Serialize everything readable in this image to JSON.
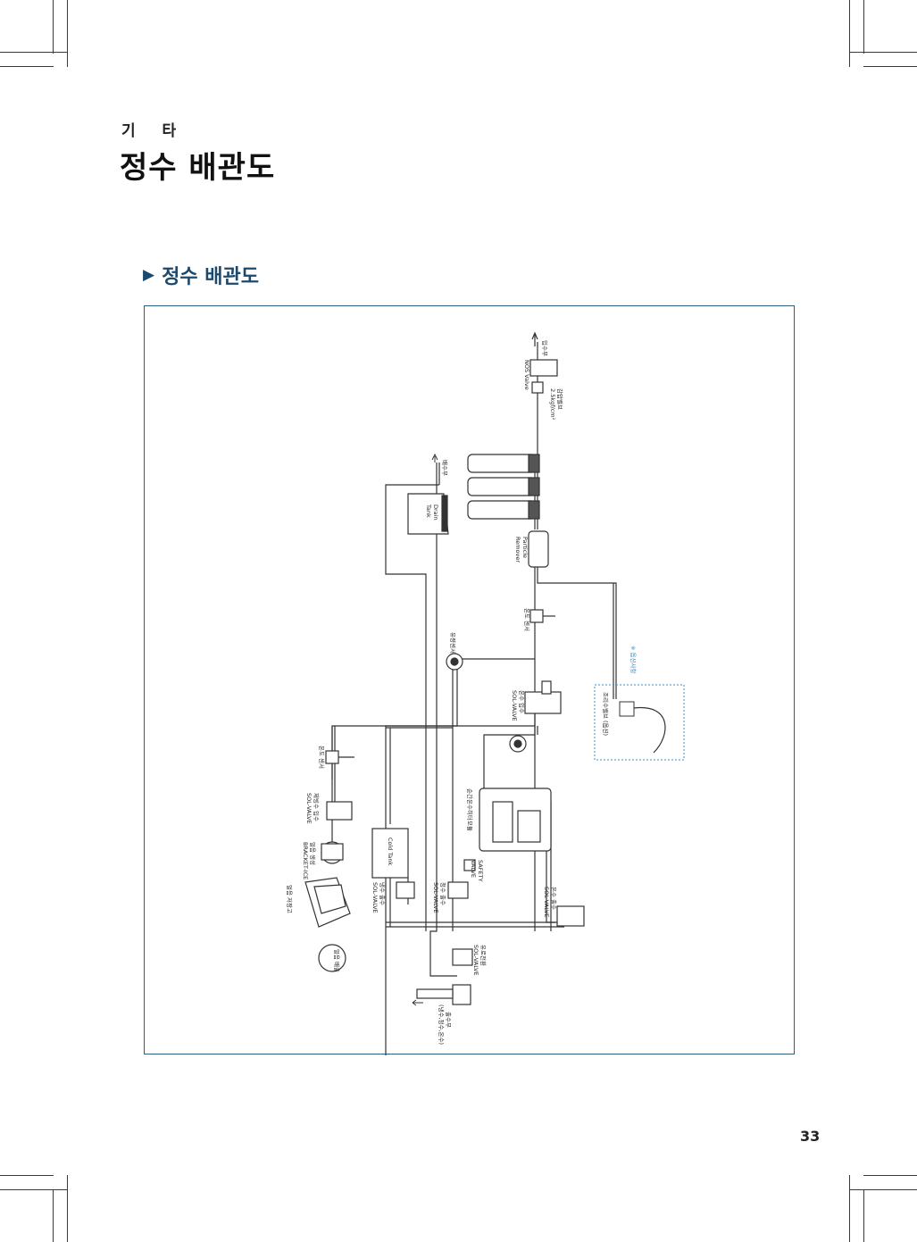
{
  "header": {
    "category": "기 타",
    "title": "정수 배관도"
  },
  "section": {
    "heading": "정수 배관도"
  },
  "diagram": {
    "labels": {
      "inlet": "입수부",
      "nos_valve": "NOS Valve",
      "pressure_reducer": "감압밸브",
      "pressure_value": "2.5kgf/cm²",
      "drain": "배수부",
      "drain_tank_1": "Drain",
      "drain_tank_2": "Tank",
      "particle_1": "Particle",
      "particle_2": "Remover",
      "temp_sensor_1": "온도 센서",
      "flow_sensor": "유량센서",
      "option_note": "※ 옵션사항",
      "reuse_valve": "조리수밸브 (옵션)",
      "hot_inlet_1": "온수 입수",
      "hot_inlet_2": "SOL-VALVE",
      "inst_heater": "순간온수히터모듈",
      "temp_sensor_2": "온도 센서",
      "ice_inlet_1": "제빙수 입수",
      "ice_inlet_2": "SOL-VALVE",
      "ice_maker_1": "얼음 생성",
      "ice_maker_2": "BRACKET-ICE",
      "ice_bin": "얼음 저장고",
      "ice_out": "얼음 배출",
      "cold_tank": "Cold Tank",
      "cold_out_1": "냉수 출수",
      "cold_out_2": "SOL-VALVE",
      "pure_out_1": "정수 출수",
      "pure_out_2": "SOL-VALVE",
      "safety_1": "SAFETY",
      "safety_2": "VALVE",
      "hot_out_1": "온수 출수",
      "hot_out_2": "SOL-VALVE",
      "flow_ctrl_1": "유로전환",
      "flow_ctrl_2": "SOL-VALVE",
      "outlet_1": "출수부",
      "outlet_2": "(냉수,정수,온수)"
    }
  },
  "footer": {
    "page_number": "33"
  },
  "colors": {
    "heading_blue": "#1c4a6e",
    "frame_border": "#2b5f84",
    "option_blue": "#3b8fc4"
  }
}
